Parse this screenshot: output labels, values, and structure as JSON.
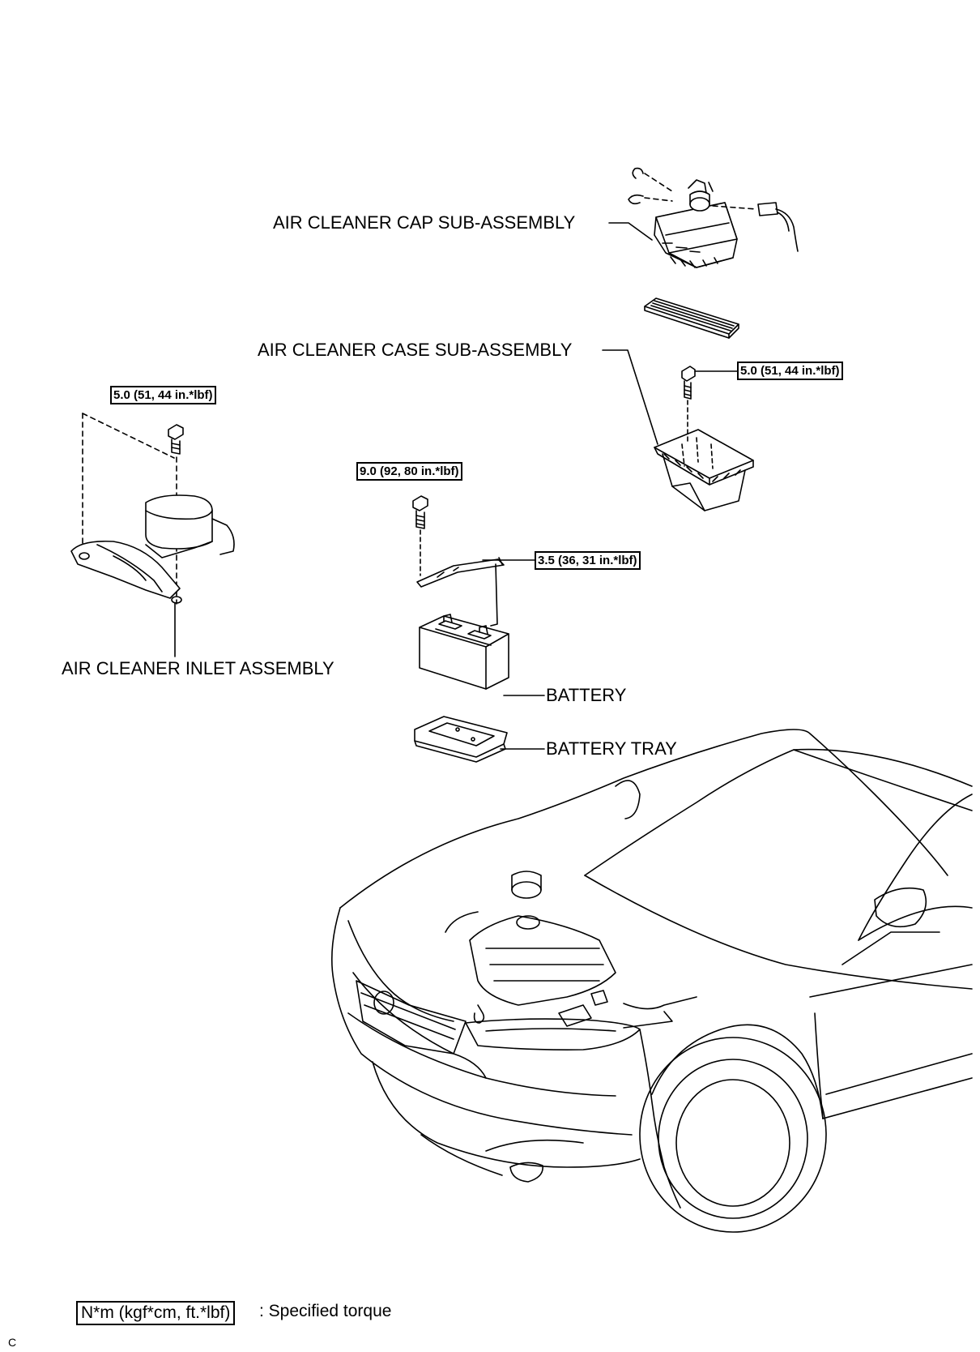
{
  "labels": {
    "cap": "AIR CLEANER CAP SUB-ASSEMBLY",
    "case": "AIR CLEANER CASE SUB-ASSEMBLY",
    "inlet": "AIR CLEANER INLET ASSEMBLY",
    "battery": "BATTERY",
    "tray": "BATTERY TRAY"
  },
  "torques": {
    "inlet_bolt": "5.0 (51, 44 in.*lbf)",
    "case_bolt": "5.0 (51, 44 in.*lbf)",
    "clamp_bolt": "9.0 (92, 80 in.*lbf)",
    "clamp_nut": "3.5 (36, 31 in.*lbf)"
  },
  "legend": {
    "unit": "N*m (kgf*cm, ft.*lbf)",
    "meaning": ": Specified torque"
  },
  "corner_mark": "C"
}
